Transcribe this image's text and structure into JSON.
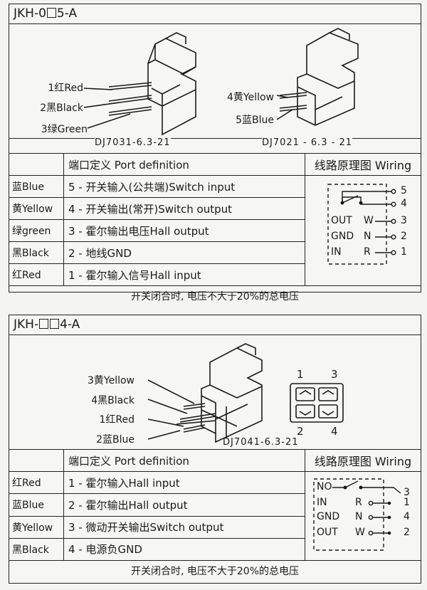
{
  "panel1": {
    "title_prefix": "JKH-0",
    "title_suffix": "5-A",
    "left_connector": {
      "pins": [
        "1红Red",
        "2黑Black",
        "3绿Green"
      ],
      "model": "DJ7031-6.3-21"
    },
    "right_connector": {
      "pins": [
        "4黄Yellow",
        "5蓝Blue"
      ],
      "model": "DJ7021 - 6.3 - 21"
    },
    "table": {
      "header_port": "端口定义 Port  definition",
      "header_wiring": "线路原理图 Wiring",
      "rows": [
        {
          "color": "蓝Blue",
          "def": "5 - 开关输入(公共端)Switch  input"
        },
        {
          "color": "黄Yellow",
          "def": "4 - 开关输出(常开)Switch  output"
        },
        {
          "color": "绿green",
          "def": "3 - 霍尔输出电压Hall output"
        },
        {
          "color": "黑Black",
          "def": "2 - 地线GND"
        },
        {
          "color": "红Red",
          "def": "1 - 霍尔输入信号Hall input"
        }
      ],
      "note": "开关闭合时, 电压不大于20%的总电压"
    },
    "wiring": {
      "terminals": [
        "5",
        "4",
        "3",
        "2",
        "1"
      ],
      "signals": [
        {
          "name": "OUT",
          "pin": "W"
        },
        {
          "name": "GND",
          "pin": "N"
        },
        {
          "name": "IN",
          "pin": "R"
        }
      ]
    }
  },
  "panel2": {
    "title_prefix": "JKH-",
    "title_suffix": "4-A",
    "connector": {
      "pins": [
        "3黄Yellow",
        "4黑Black",
        "1红Red",
        "2蓝Blue"
      ],
      "model": "DJ7041-6.3-21",
      "face_numbers": [
        "1",
        "3",
        "2",
        "4"
      ]
    },
    "table": {
      "header_port": "端口定义 Port  definition",
      "header_wiring": "线路原理图 Wiring",
      "rows": [
        {
          "color": "红Red",
          "def": "1 - 霍尔输入Hall input"
        },
        {
          "color": "蓝Blue",
          "def": "2 - 霍尔输出Hall output"
        },
        {
          "color": "黄Yellow",
          "def": "3 - 微动开关输出Switch  output"
        },
        {
          "color": "黑Black",
          "def": "4 - 电源负GND"
        }
      ],
      "note": "开关闭合时, 电压不大于20%的总电压"
    },
    "wiring": {
      "no_label": "NO",
      "terminals": [
        "3",
        "1",
        "4",
        "2"
      ],
      "signals": [
        {
          "name": "IN",
          "pin": "R"
        },
        {
          "name": "GND",
          "pin": "N"
        },
        {
          "name": "OUT",
          "pin": "W"
        }
      ]
    }
  }
}
